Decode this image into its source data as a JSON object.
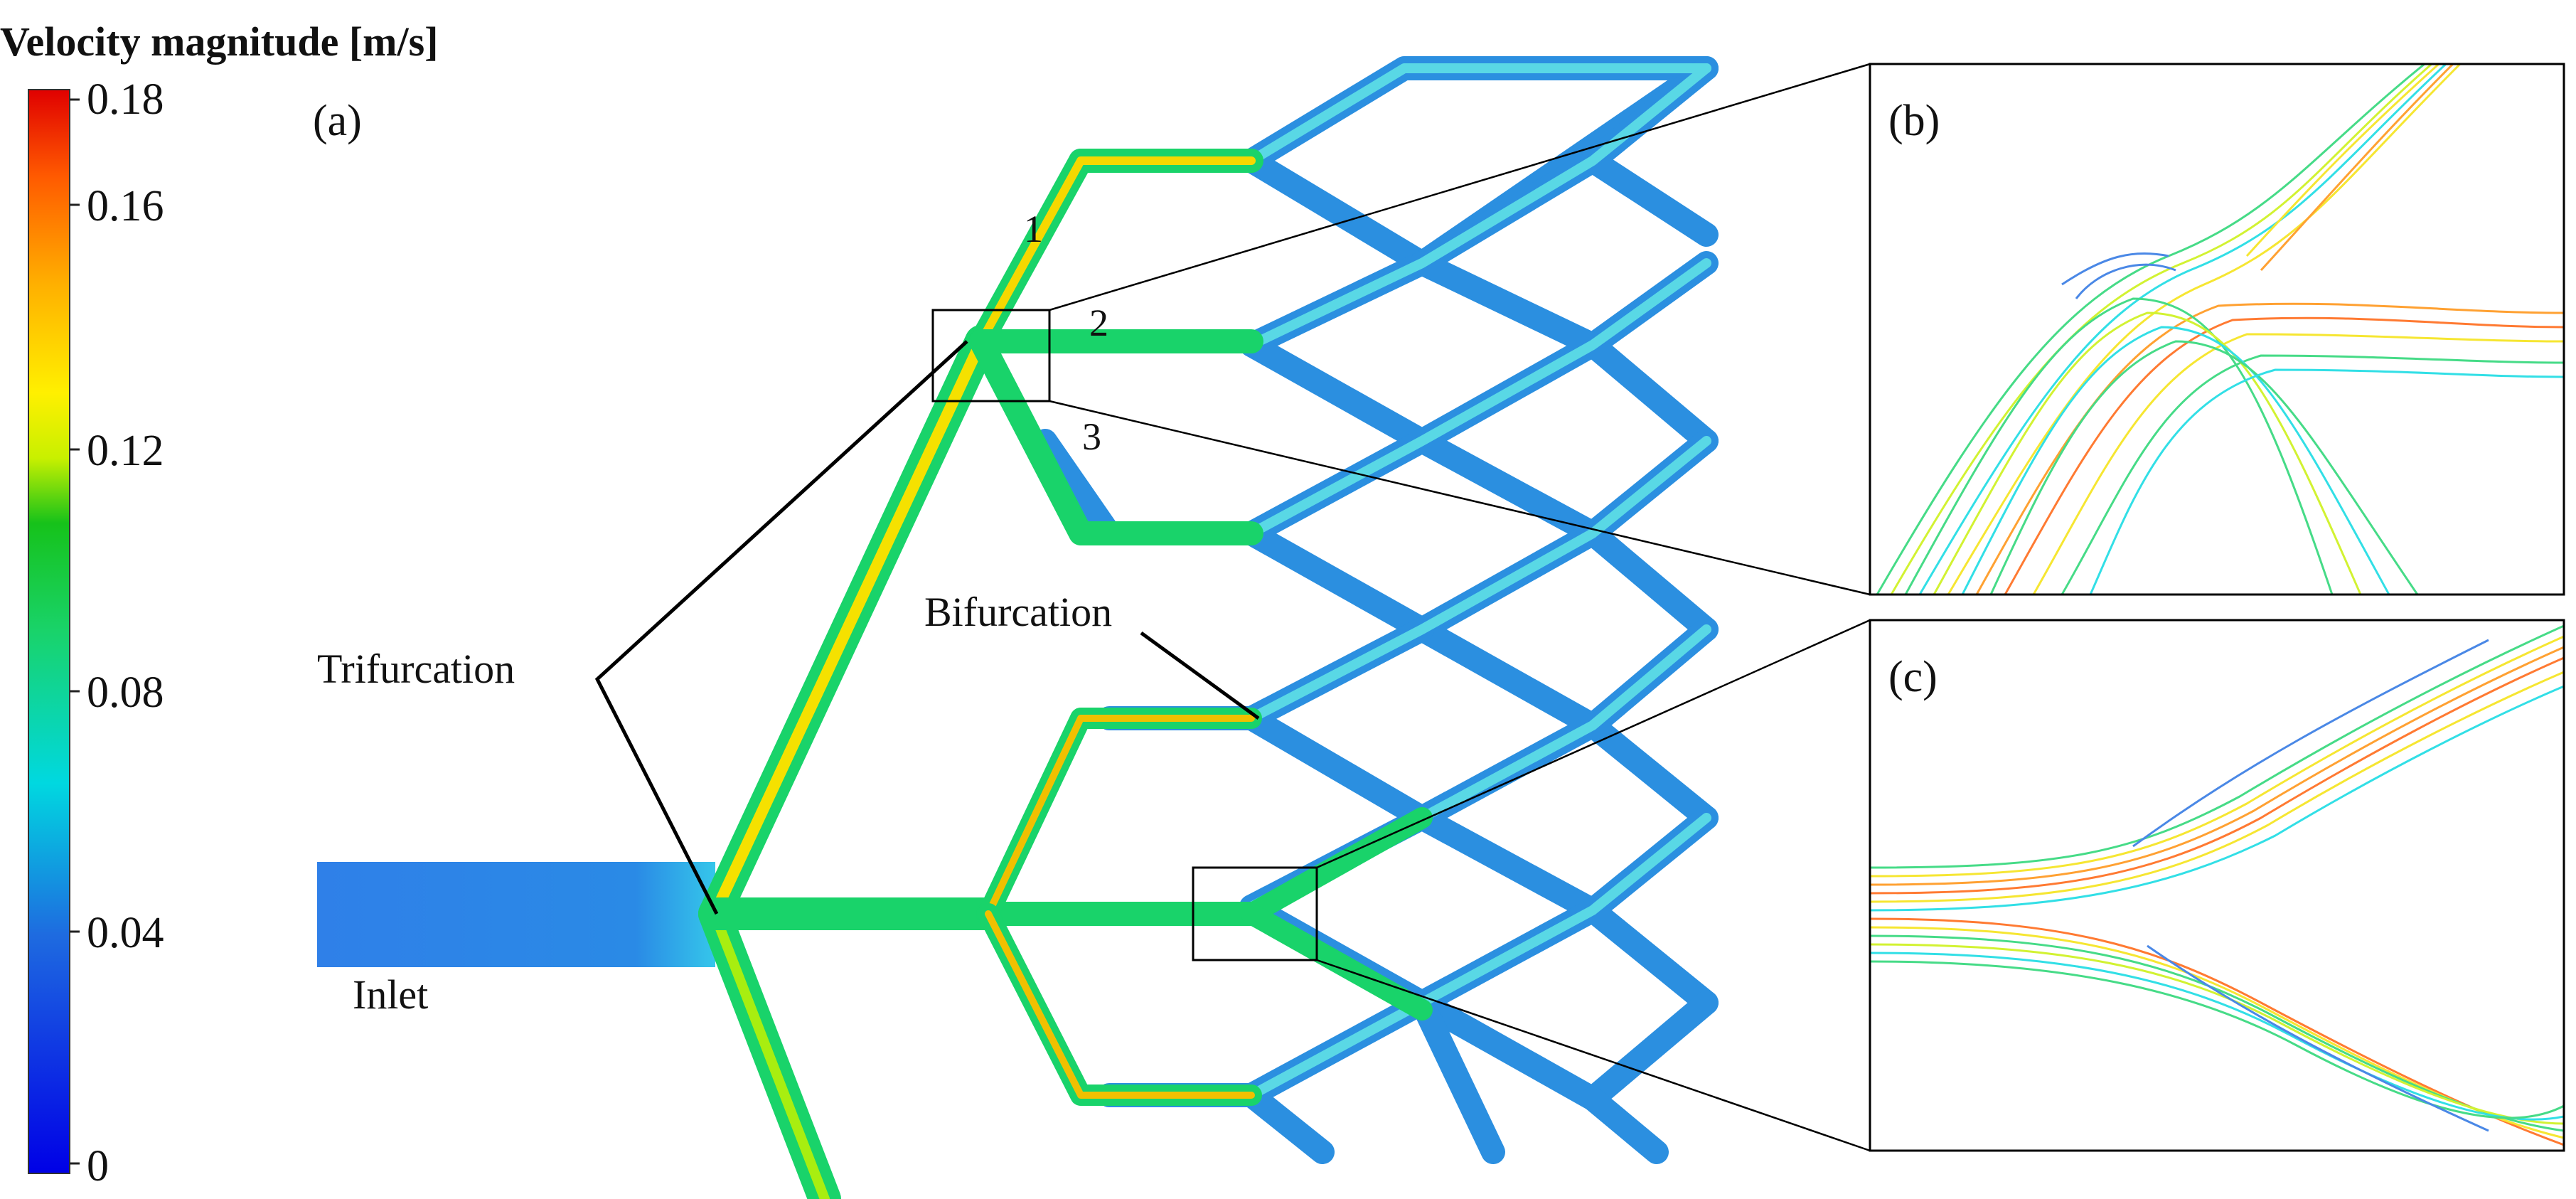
{
  "colorbar": {
    "title": "Velocity magnitude [m/s]",
    "ticks": [
      "0.18",
      "0.16",
      "0.12",
      "0.08",
      "0.04",
      "0"
    ],
    "stops": [
      "#0000e6",
      "#1e6be0",
      "#00d8e0",
      "#19d36a",
      "#16c21a",
      "#c8f000",
      "#fff000",
      "#ffb000",
      "#ff5a00",
      "#e00000"
    ]
  },
  "panels": {
    "a": "(a)",
    "b": "(b)",
    "c": "(c)"
  },
  "labels": {
    "trifurcation": "Trifurcation",
    "bifurcation": "Bifurcation",
    "inlet": "Inlet",
    "branch_1": "1",
    "branch_2": "2",
    "branch_3": "3"
  },
  "colors": {
    "low": "#1e6be0",
    "mid": "#00d8e0",
    "high": "#e00000",
    "green": "#19d36a",
    "yellow": "#f5e100"
  }
}
